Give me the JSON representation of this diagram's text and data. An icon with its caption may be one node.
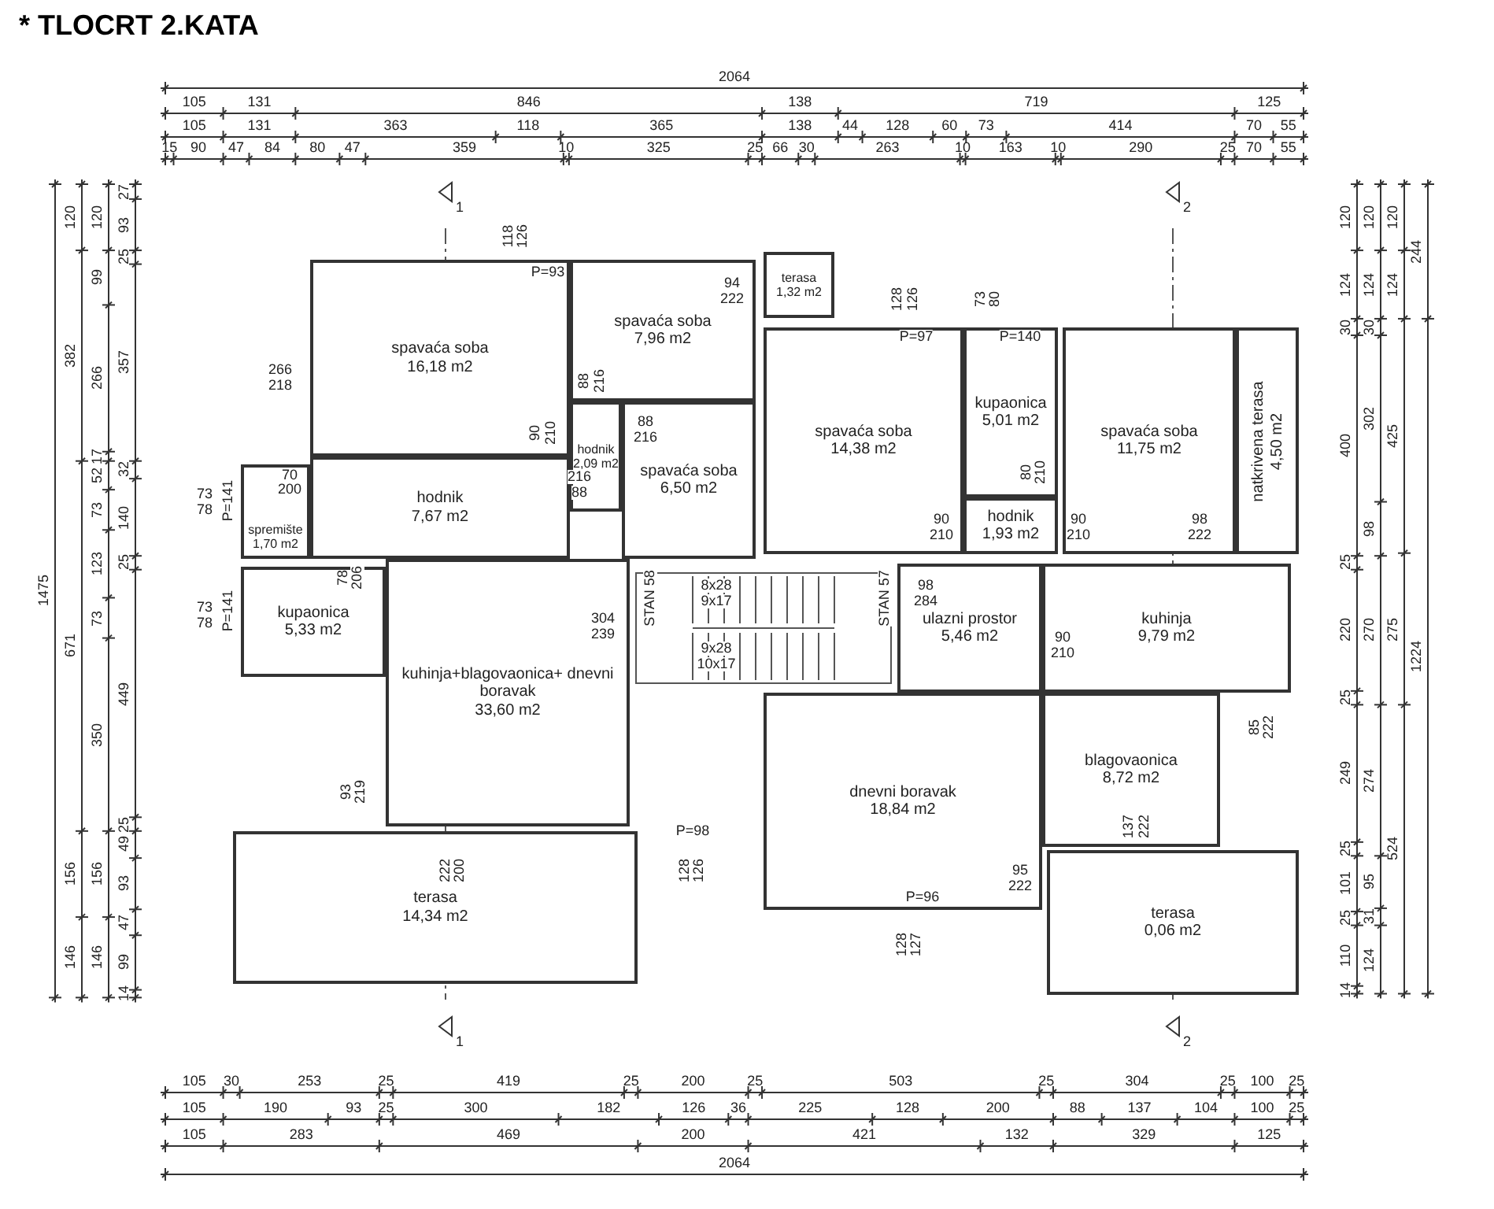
{
  "diagram": {
    "title": "* TLOCRT 2.KATA",
    "nodes": [
      {
        "text": [
          "spavaća soba",
          "16,18 m2"
        ]
      },
      {
        "text": [
          "spavaća soba",
          "7,96 m2"
        ]
      },
      {
        "text": [
          "terasa",
          "1,32 m2"
        ]
      },
      {
        "text": [
          "hodnik",
          "2,09 m2"
        ]
      },
      {
        "text": [
          "spavaća soba",
          "6,50 m2"
        ]
      },
      {
        "text": [
          "hodnik",
          "7,67 m2"
        ]
      },
      {
        "text": [
          "spremište",
          "1,70 m2"
        ]
      },
      {
        "text": [
          "kupaonica",
          "5,33 m2"
        ]
      },
      {
        "text": [
          "kuhinja+blagovaonica+ dnevni boravak",
          "33,60 m2"
        ]
      },
      {
        "text": [
          "terasa",
          "14,34 m2"
        ]
      },
      {
        "text": [
          "spavaća soba",
          "14,38 m2"
        ]
      },
      {
        "text": [
          "kupaonica",
          "5,01 m2"
        ]
      },
      {
        "text": [
          "spavaća soba",
          "11,75 m2"
        ]
      },
      {
        "text": [
          "natkrivena terasa",
          "4,50 m2"
        ]
      },
      {
        "text": [
          "hodnik",
          "1,93 m2"
        ]
      },
      {
        "text": [
          "ulazni prostor",
          "5,46 m2"
        ]
      },
      {
        "text": [
          "kuhinja",
          "9,79 m2"
        ]
      },
      {
        "text": [
          "blagovaonica",
          "8,72 m2"
        ]
      },
      {
        "text": [
          "dnevni boravak",
          "18,84 m2"
        ]
      },
      {
        "text": [
          "terasa",
          "0,06 m2"
        ]
      }
    ],
    "labels": [
      "2064",
      "105",
      "131",
      "846",
      "138",
      "719",
      "125",
      "105",
      "131",
      "363",
      "118",
      "365",
      "138",
      "44",
      "128",
      "60",
      "73",
      "414",
      "70",
      "55",
      "15",
      "90",
      "47",
      "84",
      "80",
      "47",
      "359",
      "10",
      "325",
      "25",
      "66",
      "30",
      "263",
      "10",
      "163",
      "10",
      "290",
      "25",
      "70",
      "55",
      "1475",
      "120",
      "382",
      "671",
      "156",
      "146",
      "120",
      "99",
      "266",
      "17",
      "52",
      "73",
      "123",
      "73",
      "350",
      "156",
      "146",
      "27",
      "93",
      "25",
      "357",
      "32",
      "140",
      "25",
      "449",
      "25",
      "49",
      "93",
      "47",
      "99",
      "14",
      "120",
      "124",
      "30",
      "400",
      "25",
      "220",
      "25",
      "249",
      "25",
      "101",
      "25",
      "110",
      "14",
      "120",
      "124",
      "30",
      "302",
      "98",
      "270",
      "274",
      "95",
      "31",
      "124",
      "120",
      "124",
      "425",
      "275",
      "524",
      "244",
      "1224",
      "1",
      "2",
      "118",
      "126",
      "P=93",
      "94",
      "222",
      "266",
      "218",
      "88",
      "216",
      "90",
      "210",
      "88",
      "216",
      "216",
      "88",
      "P=141",
      "73",
      "78",
      "70",
      "200",
      "78",
      "206",
      "P=141",
      "73",
      "78",
      "STAN 58",
      "8x28",
      "9x17",
      "304",
      "239",
      "9x28",
      "10x17",
      "93",
      "219",
      "222",
      "200",
      "P=98",
      "128",
      "126",
      "128",
      "126",
      "P=97",
      "73",
      "80",
      "P=140",
      "80",
      "210",
      "90",
      "210",
      "90",
      "210",
      "98",
      "222",
      "STAN 57",
      "98",
      "284",
      "90",
      "210",
      "85",
      "222",
      "137",
      "222",
      "95",
      "222",
      "P=96",
      "128",
      "127",
      "1",
      "2",
      "105",
      "30",
      "253",
      "25",
      "419",
      "25",
      "200",
      "25",
      "503",
      "25",
      "304",
      "25",
      "100",
      "25",
      "105",
      "190",
      "93",
      "25",
      "300",
      "182",
      "126",
      "36",
      "225",
      "128",
      "200",
      "88",
      "137",
      "104",
      "100",
      "25",
      "105",
      "283",
      "469",
      "200",
      "421",
      "132",
      "329",
      "125",
      "2064"
    ]
  }
}
